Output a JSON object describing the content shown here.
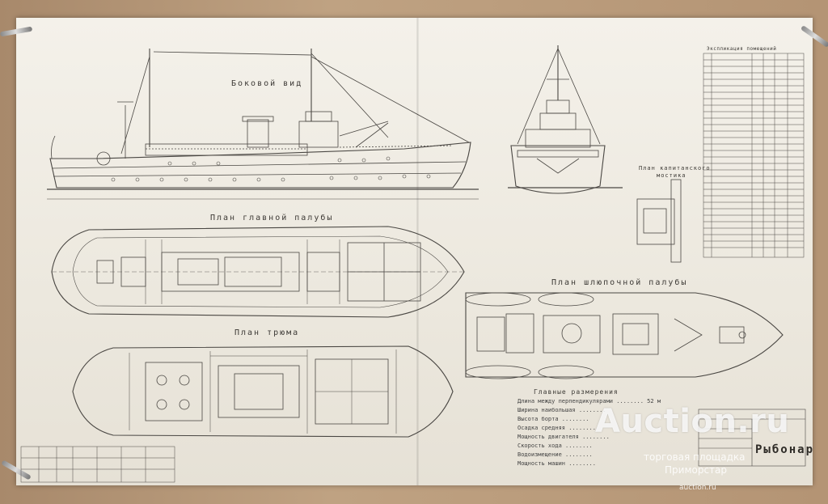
{
  "drawing": {
    "side_view_title": "Боковой вид",
    "main_deck_title": "План главной палубы",
    "hold_title": "План трюма",
    "boat_deck_title": "План шлюпочной палубы",
    "bridge_title_line1": "План капитанского",
    "bridge_title_line2": "мостика",
    "rooms_table_title": "Экспликация помещений",
    "specs_title": "Главные размерения",
    "specs": [
      {
        "label": "Длина между перпендикулярами",
        "value": "52 м"
      },
      {
        "label": "Ширина наибольшая",
        "value": ""
      },
      {
        "label": "Высота борта",
        "value": ""
      },
      {
        "label": "Осадка средняя",
        "value": ""
      },
      {
        "label": "Мощность двигателя",
        "value": ""
      },
      {
        "label": "Скорость хода",
        "value": ""
      },
      {
        "label": "Водоизмещение",
        "value": ""
      },
      {
        "label": "Мощность машин",
        "value": ""
      }
    ],
    "title_block_name": "Рыбонар"
  },
  "watermark": {
    "site": "Auction.ru",
    "tagline": "торговая площадка",
    "partner": "Приморстар",
    "url": "auction.ru"
  },
  "colors": {
    "board": "#b89a7c",
    "paper": "#f0ede5",
    "ink": "#3d3a36"
  }
}
